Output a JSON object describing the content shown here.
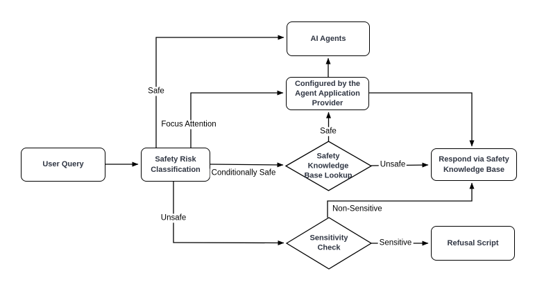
{
  "diagram": {
    "title": "AI agent safety routing flowchart",
    "colors": {
      "background": "#ffffff",
      "node_fill": "#ffffff",
      "node_border": "#000000",
      "node_text": "#2f3542",
      "edge_line": "#000000",
      "edge_label_text": "#000000"
    },
    "nodes": {
      "user_query": {
        "label": "User Query"
      },
      "safety_risk_classification": {
        "label": "Safety Risk Classification"
      },
      "ai_agents": {
        "label": "AI Agents"
      },
      "configured_by_provider": {
        "label": "Configured by the Agent Application Provider"
      },
      "safety_kb_lookup": {
        "label": "Safety Knowledge Base Lookup",
        "shape": "diamond"
      },
      "respond_via_kb": {
        "label": "Respond via Safety Knowledge Base"
      },
      "sensitivity_check": {
        "label": "Sensitivity Check",
        "shape": "diamond"
      },
      "refusal_script": {
        "label": "Refusal Script"
      }
    },
    "edge_labels": {
      "safe_top": "Safe",
      "focus_attention": "Focus Attention",
      "conditionally_safe": "Conditionally Safe",
      "unsafe_bottom": "Unsafe",
      "safe_lookup": "Safe",
      "unsafe_lookup": "Unsafe",
      "non_sensitive": "Non-Sensitive",
      "sensitive": "Sensitive"
    }
  }
}
